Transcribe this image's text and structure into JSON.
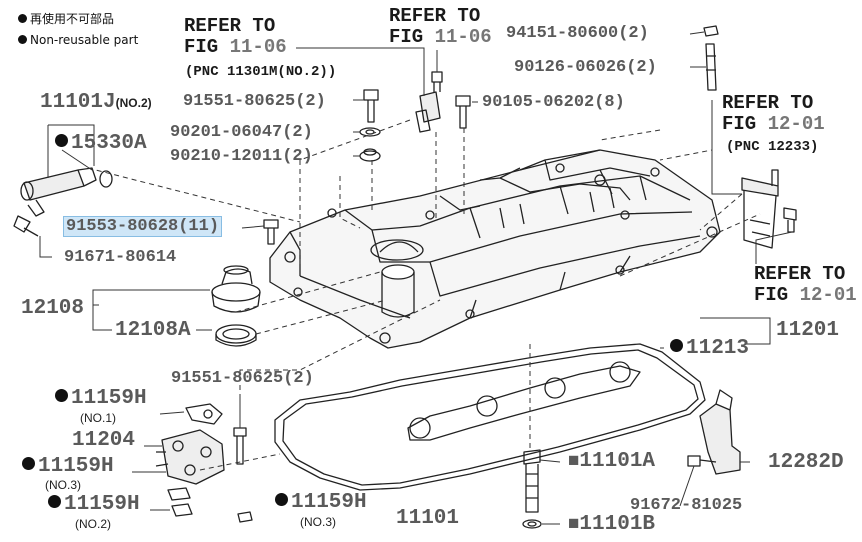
{
  "legend": {
    "line1": "再使用不可部品",
    "line2": "Non-reusable part"
  },
  "refs": [
    {
      "id": "ref1",
      "l1": "REFER TO",
      "fig_word": "FIG",
      "fig": "11-06",
      "pnc": "(PNC 11301M(NO.2))"
    },
    {
      "id": "ref2",
      "l1": "REFER TO",
      "fig_word": "FIG",
      "fig": "11-06"
    },
    {
      "id": "ref3",
      "l1": "REFER TO",
      "fig_word": "FIG",
      "fig": "12-01",
      "pnc": "(PNC 12233)"
    },
    {
      "id": "ref4",
      "l1": "REFER TO",
      "fig_word": "FIG",
      "fig": "12-01"
    }
  ],
  "parts": {
    "p11101J": "11101J",
    "p11101J_no": "(NO.2)",
    "p15330A": "15330A",
    "p91551_top": "91551-80625(2)",
    "p90201": "90201-06047(2)",
    "p90210": "90210-12011(2)",
    "p94151": "94151-80600(2)",
    "p90126": "90126-06026(2)",
    "p90105": "90105-06202(8)",
    "p91553": "91553-80628(11)",
    "p91671": "91671-80614",
    "p12108": "12108",
    "p12108A": "12108A",
    "p11201": "11201",
    "p11213": "11213",
    "p91551_mid": "91551-80625(2)",
    "p11159H_1": "11159H",
    "p11159H_1_no": "(NO.1)",
    "p11204": "11204",
    "p11159H_3": "11159H",
    "p11159H_3_no": "(NO.3)",
    "p11159H_2": "11159H",
    "p11159H_2_no": "(NO.2)",
    "p11159H_4": "11159H",
    "p11159H_4_no": "(NO.3)",
    "p11101": "11101",
    "p11101A": "11101A",
    "p11101B": "11101B",
    "p12282D": "12282D",
    "p91672": "91672-81025"
  }
}
